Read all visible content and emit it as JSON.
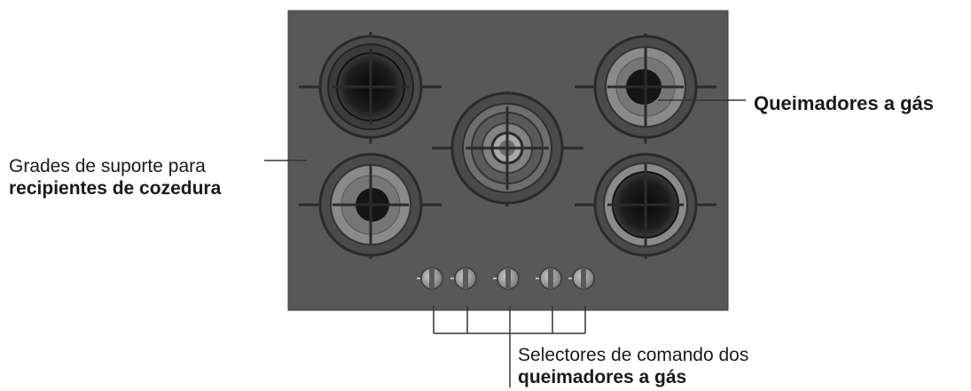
{
  "colors": {
    "hob_surface": "#585858",
    "burner_ring_dark": "#2a2a2a",
    "burner_cap_light": "#8a8a8a",
    "burner_center": "#151515",
    "knob": "#9a9a9a",
    "leader_line": "#333333"
  },
  "labels": {
    "grades_line1": "Grades de suporte para",
    "grades_line2": "recipientes de cozedura",
    "queimadores": "Queimadores a gás",
    "selectores_line1": "Selectores de comando dos",
    "selectores_line2": "queimadores a gás"
  },
  "burners": [
    {
      "id": "top-left",
      "type": "large-dark"
    },
    {
      "id": "bottom-left",
      "type": "medium-light"
    },
    {
      "id": "center",
      "type": "wok"
    },
    {
      "id": "top-right",
      "type": "medium-light"
    },
    {
      "id": "bottom-right",
      "type": "large-dark"
    }
  ],
  "knobs_count": 5
}
